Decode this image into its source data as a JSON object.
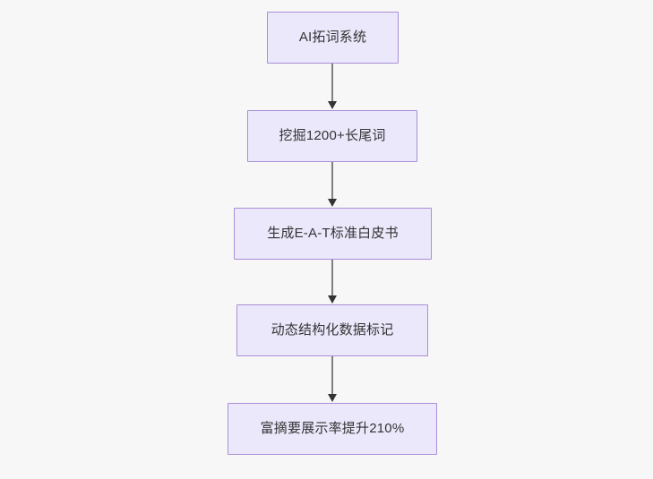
{
  "diagram": {
    "type": "flowchart",
    "direction": "top-to-bottom",
    "background_color": "#f7f7f8",
    "node_fill_color": "#ece8fc",
    "node_border_color": "#a88fd6",
    "node_text_color": "#333333",
    "edge_color": "#808080",
    "arrowhead_color": "#333333",
    "nodes": [
      {
        "id": "n1",
        "label": "AI拓词系统"
      },
      {
        "id": "n2",
        "label": "挖掘1200+长尾词"
      },
      {
        "id": "n3",
        "label": "生成E-A-T标准白皮书"
      },
      {
        "id": "n4",
        "label": "动态结构化数据标记"
      },
      {
        "id": "n5",
        "label": "富摘要展示率提升210%"
      }
    ],
    "edges": [
      {
        "from": "n1",
        "to": "n2",
        "label": ""
      },
      {
        "from": "n2",
        "to": "n3",
        "label": ""
      },
      {
        "from": "n3",
        "to": "n4",
        "label": ""
      },
      {
        "from": "n4",
        "to": "n5",
        "label": ""
      }
    ]
  }
}
